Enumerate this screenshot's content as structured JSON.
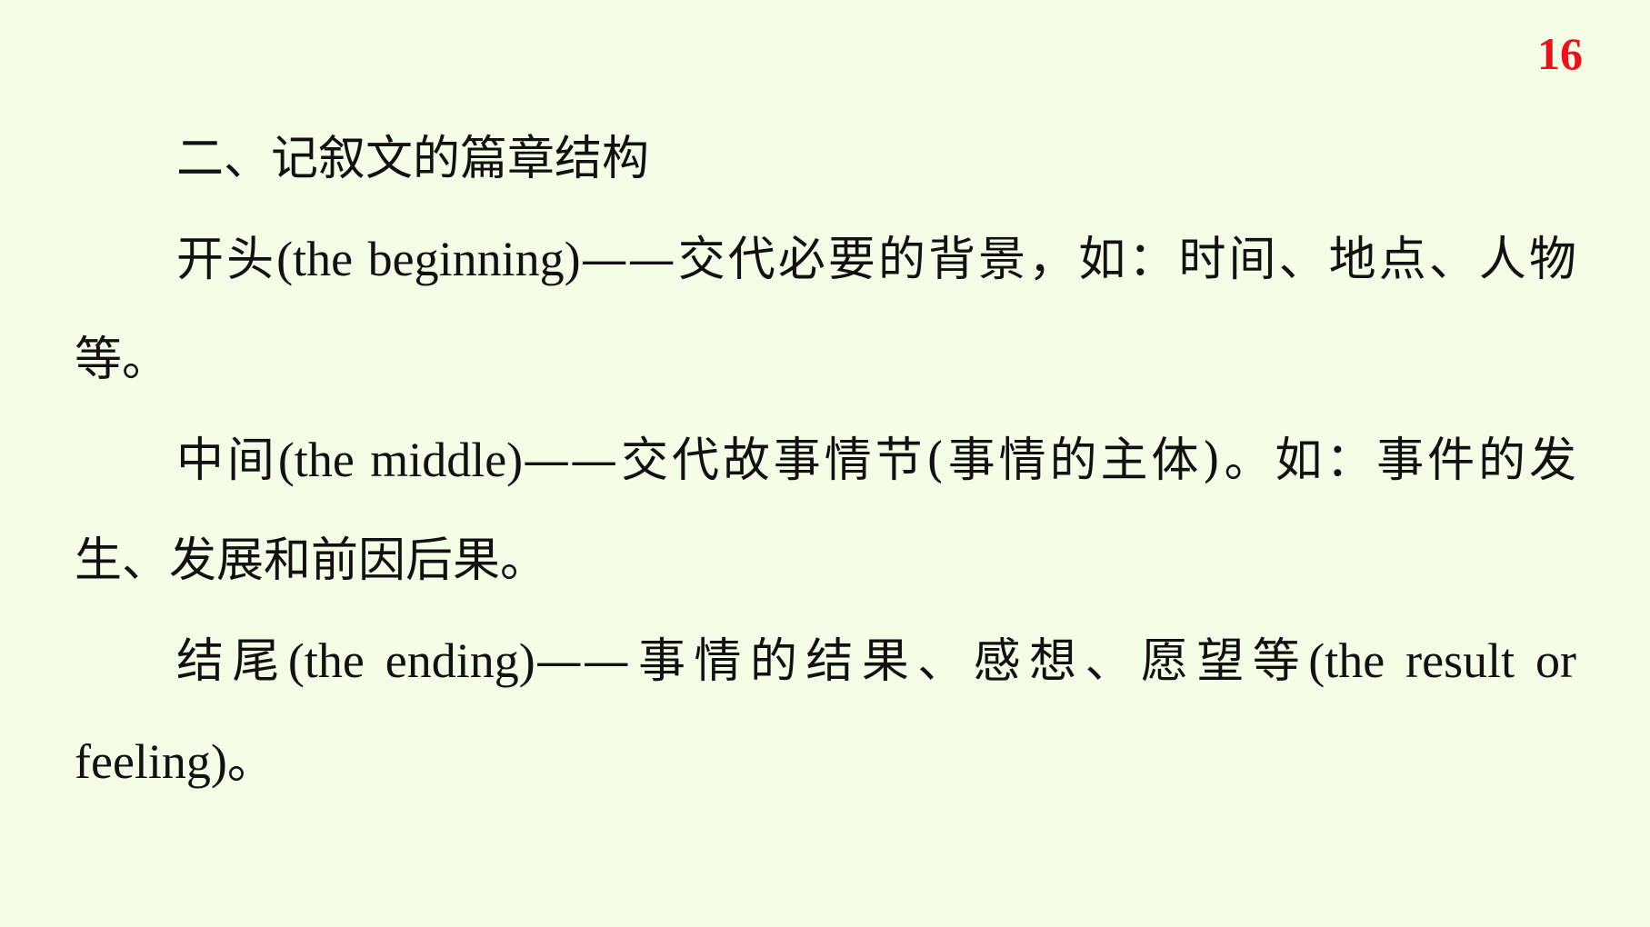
{
  "page_number": "16",
  "heading": "二、记叙文的篇章结构",
  "paragraphs": [
    {
      "lead": "开头",
      "en": "(the  beginning)",
      "dash": "——",
      "body": "交代必要的背景，如：时间、地点、人物等。"
    },
    {
      "lead": "中间",
      "en": "(the middle)",
      "dash": "——",
      "body": "交代故事情节(事情的主体)。如：事件的发生、发展和前因后果。"
    },
    {
      "lead": "结尾",
      "en": "(the  ending)",
      "dash": "——",
      "body": "事情的结果、感想、愿望等",
      "tail_en": "(the  result  or  feeling)",
      "tail": "。"
    }
  ]
}
